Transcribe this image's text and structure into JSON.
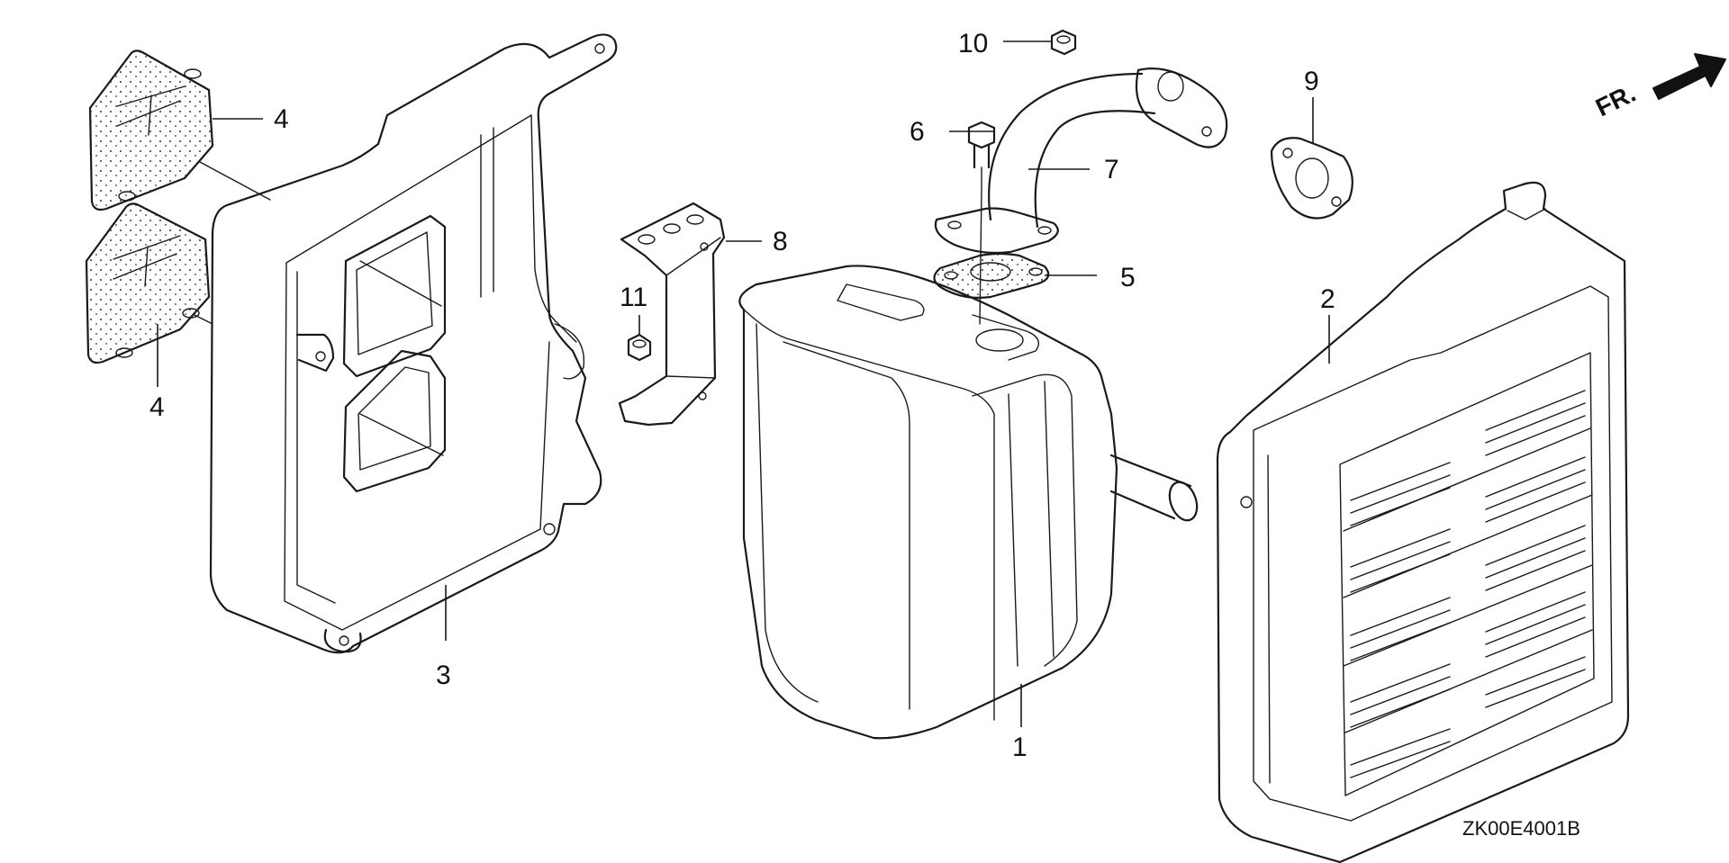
{
  "callouts": {
    "c1": "1",
    "c2": "2",
    "c3": "3",
    "c4a": "4",
    "c4b": "4",
    "c5": "5",
    "c6": "6",
    "c7": "7",
    "c8": "8",
    "c9": "9",
    "c10": "10",
    "c11": "11"
  },
  "direction_label": "FR.",
  "diagram_code": "ZK00E4001B"
}
